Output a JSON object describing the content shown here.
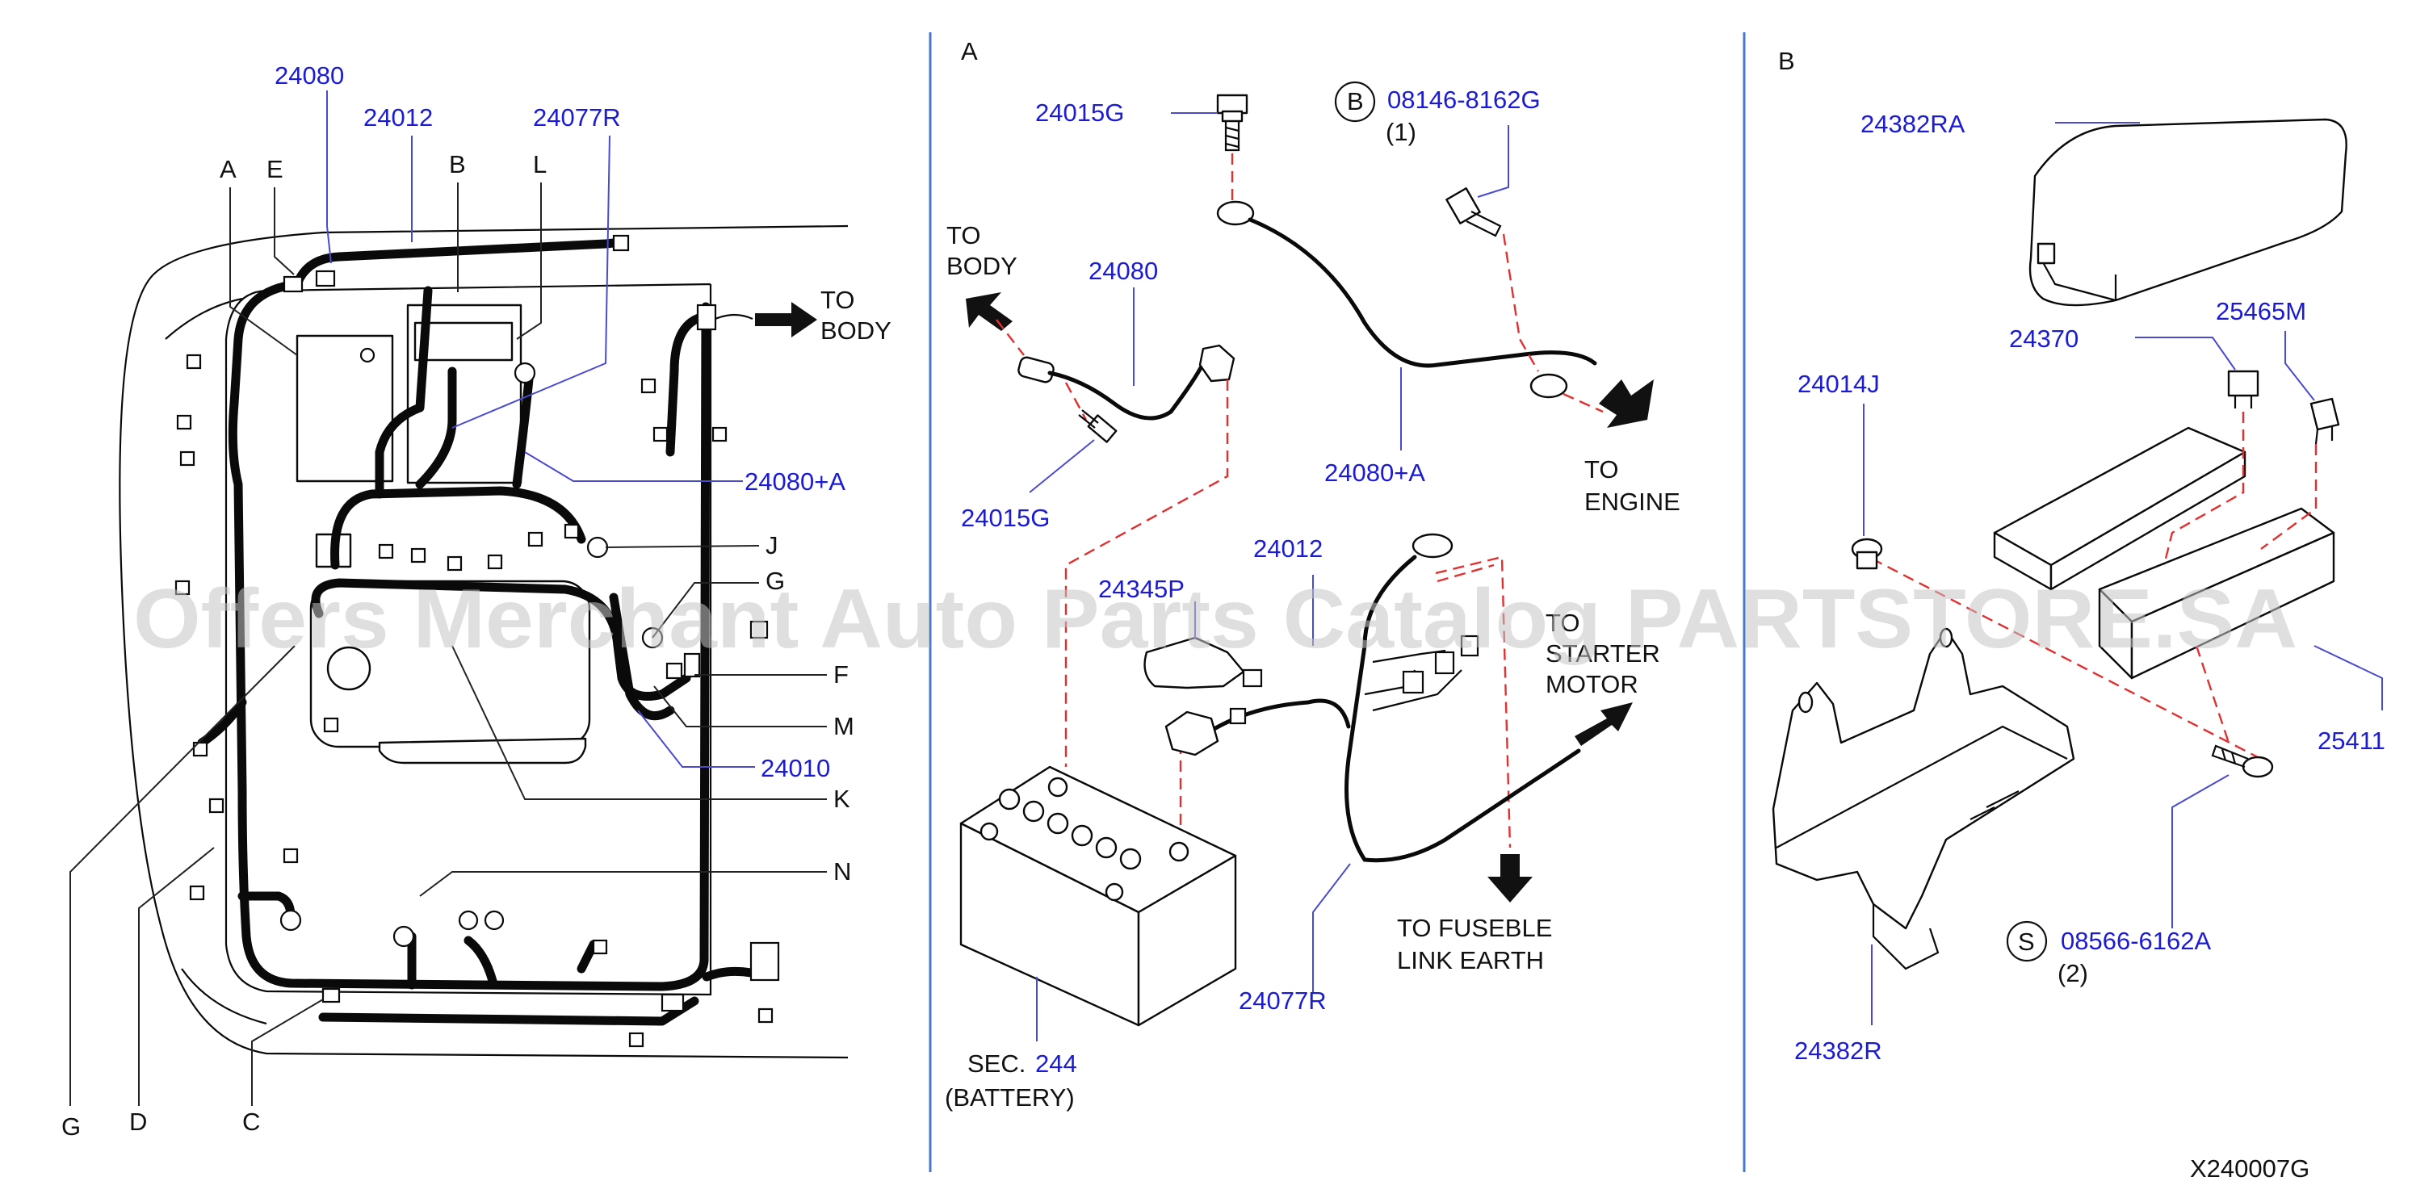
{
  "colors": {
    "part_number": "#1b1bd6",
    "label": "#111111",
    "dashed_guide": "#e03030",
    "divider": "#4a78c8",
    "watermark": "#c4c4c4"
  },
  "watermark": "Offers Merchant Auto Parts Catalog PARTSTORE.SA",
  "footer_code": "X240007G",
  "panel_left": {
    "part_numbers": {
      "p24080": "24080",
      "p24012": "24012",
      "p24077R": "24077R",
      "p24080A": "24080+A",
      "p24010": "24010"
    },
    "letters": {
      "A": "A",
      "E": "E",
      "B": "B",
      "L": "L",
      "J": "J",
      "G1": "G",
      "F": "F",
      "M": "M",
      "K": "K",
      "N": "N",
      "G2": "G",
      "D": "D",
      "C": "C"
    },
    "to_body": [
      "TO",
      "BODY"
    ]
  },
  "panel_a": {
    "section_letter": "A",
    "part_numbers": {
      "p24015G_top": "24015G",
      "p24080": "24080",
      "p24015G_bottom": "24015G",
      "p24080A": "24080+A",
      "p24012": "24012",
      "p24345P": "24345P",
      "p24077R": "24077R",
      "p244": "244"
    },
    "bolt_badge": "B",
    "bolt_number": "08146-8162G",
    "bolt_qty": "(1)",
    "to_body": [
      "TO",
      "BODY"
    ],
    "to_engine": [
      "TO",
      "ENGINE"
    ],
    "to_starter": [
      "TO",
      "STARTER",
      "MOTOR"
    ],
    "to_fuse": [
      "TO   FUSEBLE",
      "LINK   EARTH"
    ],
    "battery_sec": "SEC.",
    "battery_label": "(BATTERY)"
  },
  "panel_b": {
    "section_letter": "B",
    "part_numbers": {
      "p24382RA": "24382RA",
      "p24370": "24370",
      "p25465M": "25465M",
      "p24014J": "24014J",
      "p25411": "25411",
      "p24382R": "24382R"
    },
    "screw_badge": "S",
    "screw_number": "08566-6162A",
    "screw_qty": "(2)"
  }
}
